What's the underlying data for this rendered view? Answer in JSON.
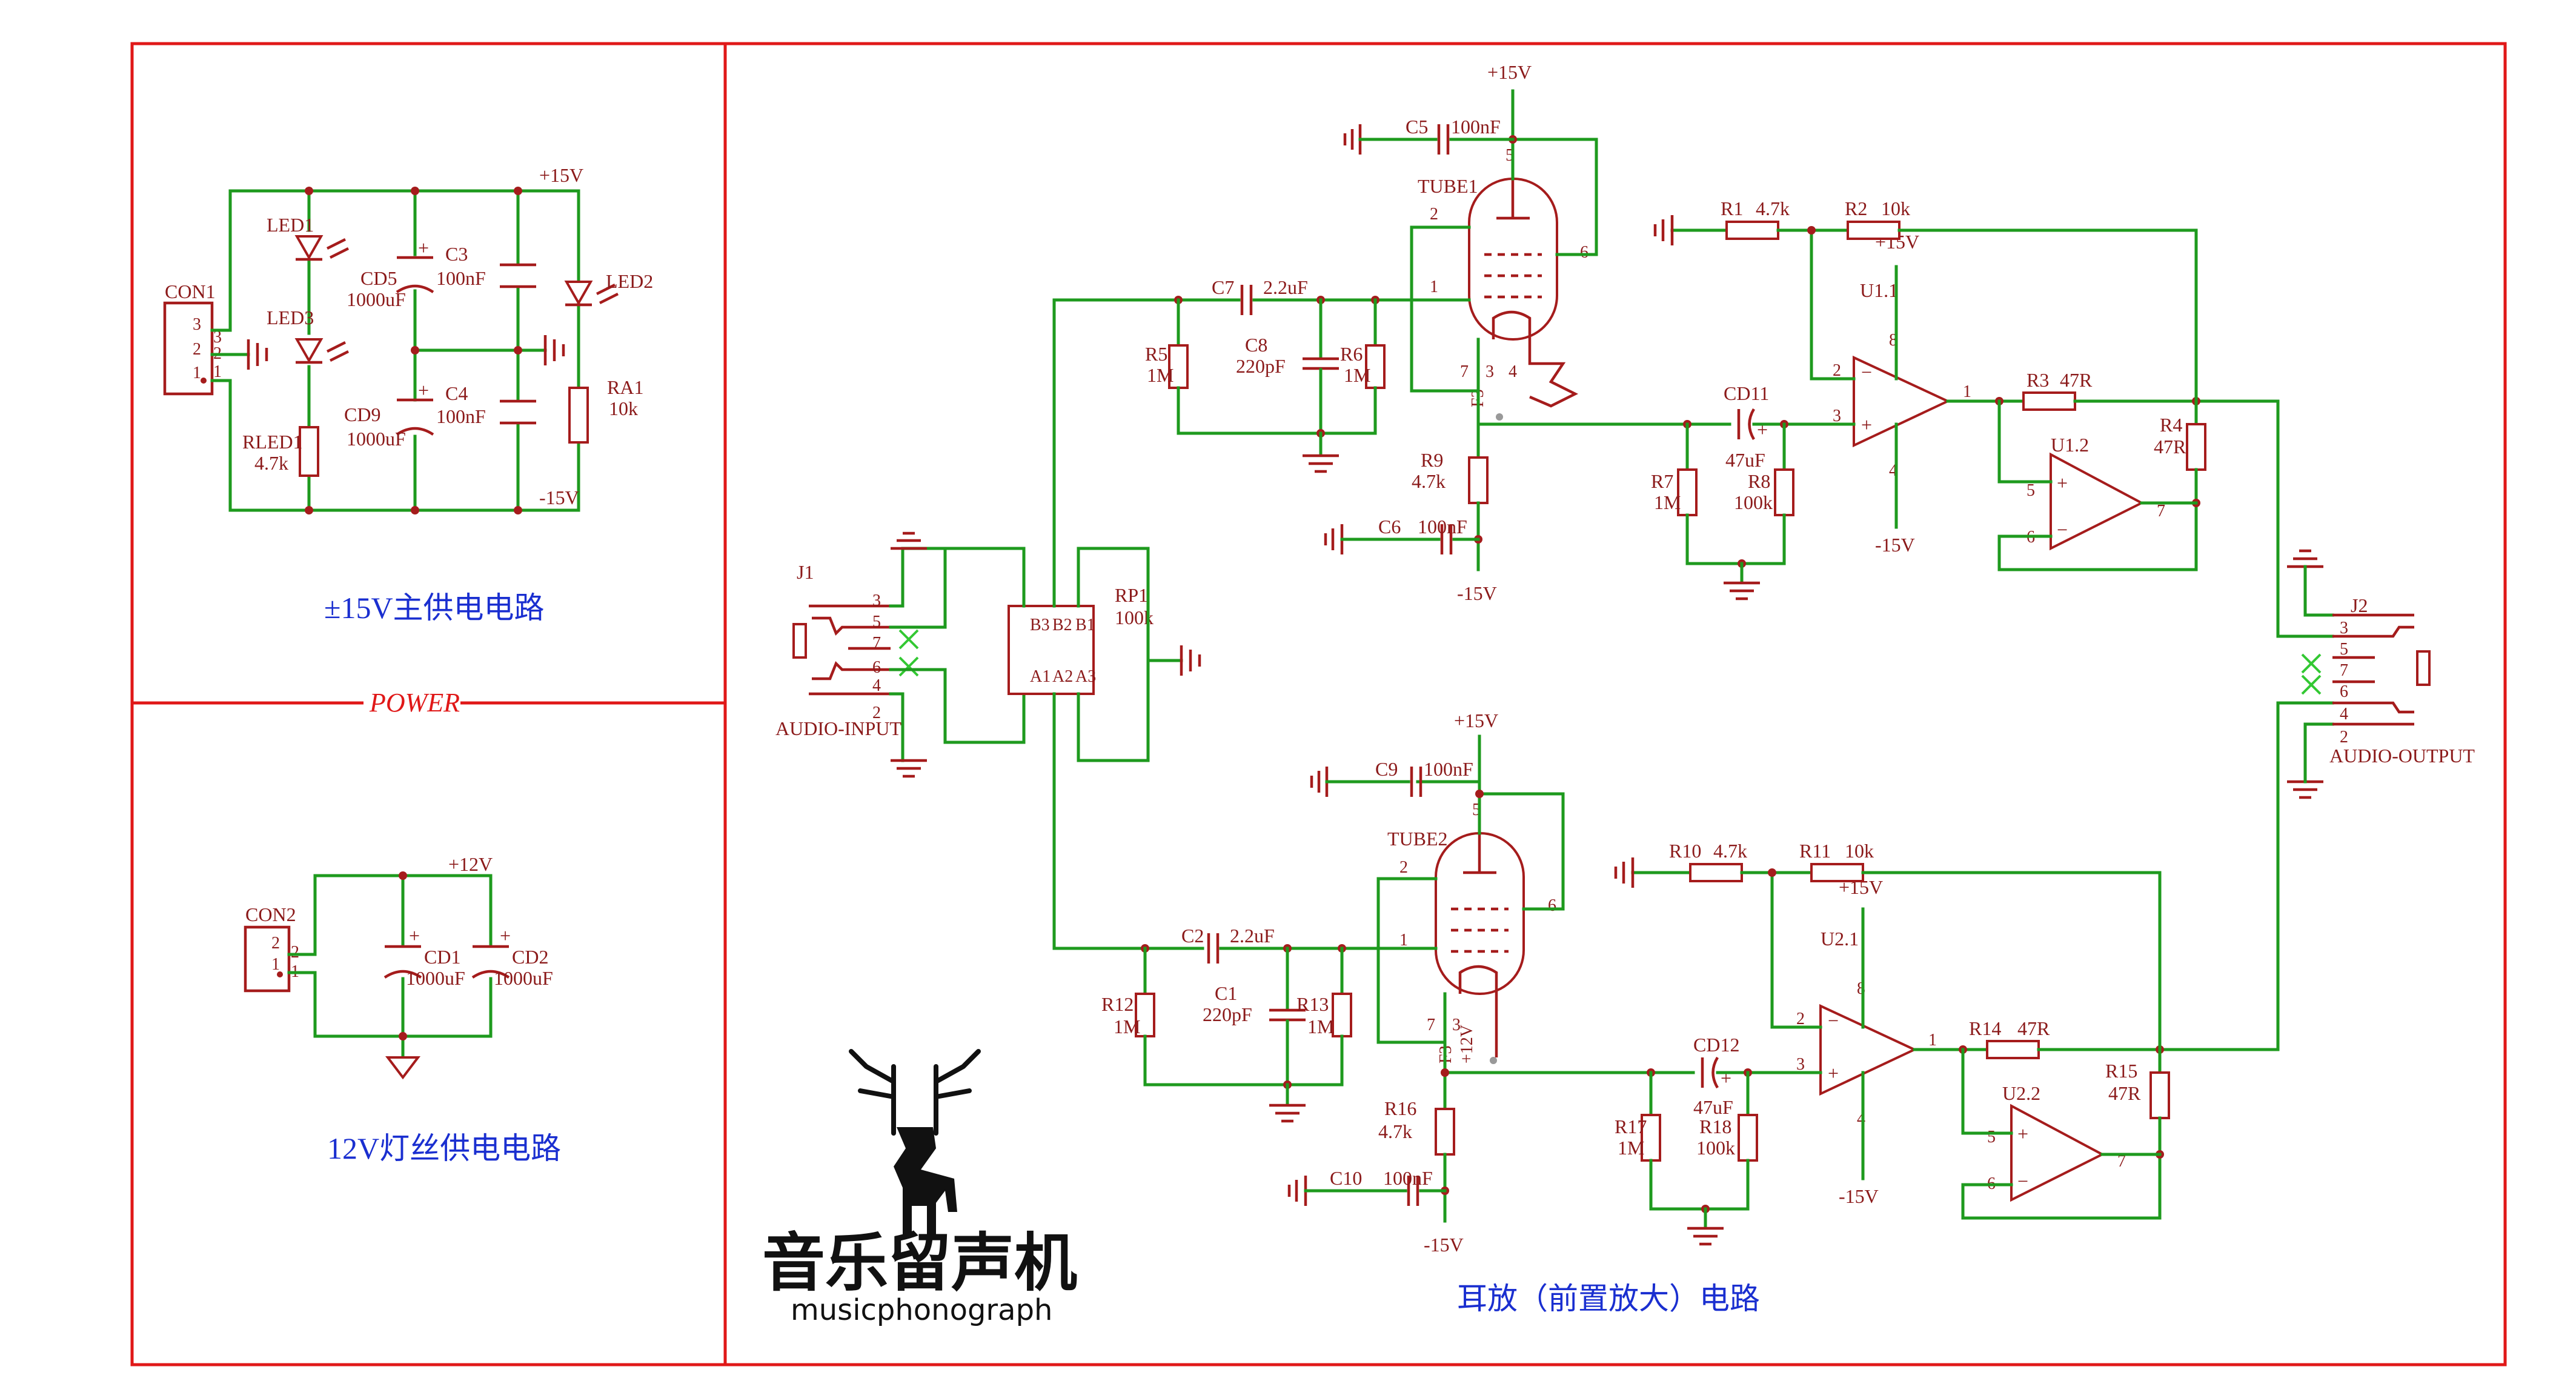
{
  "captions": {
    "power_15v": "±15V主供电电路",
    "power_label": "POWER",
    "filament_12v": "12V灯丝供电电路",
    "headphone_amp": "耳放（前置放大）电路"
  },
  "logo": {
    "cn": "音乐留声机",
    "en": "musicphonograph"
  },
  "rails": {
    "p15": "+15V",
    "m15": "-15V",
    "p12": "+12V"
  },
  "power": {
    "con1": "CON1",
    "led1": "LED1",
    "led3": "LED3",
    "led2": "LED2",
    "rled1": "RLED1",
    "rled1_val": "4.7k",
    "cd5": "CD5",
    "cd5_val": "1000uF",
    "c3": "C3",
    "c3_val": "100nF",
    "cd9": "CD9",
    "cd9_val": "1000uF",
    "c4": "C4",
    "c4_val": "100nF",
    "ra1": "RA1",
    "ra1_val": "10k",
    "con2": "CON2",
    "cd1": "CD1",
    "cd1_val": "1000uF",
    "cd2": "CD2",
    "cd2_val": "1000uF"
  },
  "amp": {
    "tube1": "TUBE1",
    "tube2": "TUBE2",
    "c5": "C5",
    "c5_val": "100nF",
    "c6": "C6",
    "c6_val": "100nF",
    "c7": "C7",
    "c7_val": "2.2uF",
    "c8": "C8",
    "c8_val": "220pF",
    "r5": "R5",
    "r5_val": "1M",
    "r6": "R6",
    "r6_val": "1M",
    "r9": "R9",
    "r9_val": "4.7k",
    "cd11": "CD11",
    "cd11_val": "47uF",
    "r7": "R7",
    "r7_val": "1M",
    "r8": "R8",
    "r8_val": "100k",
    "r1": "R1",
    "r1_val": "4.7k",
    "r2": "R2",
    "r2_val": "10k",
    "r3": "R3",
    "r3_val": "47R",
    "r4": "R4",
    "r4_val": "47R",
    "u11": "U1.1",
    "u12": "U1.2",
    "u21": "U2.1",
    "u22": "U2.2",
    "c9": "C9",
    "c9_val": "100nF",
    "c10": "C10",
    "c10_val": "100nF",
    "c2": "C2",
    "c2_val": "2.2uF",
    "c1": "C1",
    "c1_val": "220pF",
    "r12": "R12",
    "r12_val": "1M",
    "r13": "R13",
    "r13_val": "1M",
    "r16": "R16",
    "r16_val": "4.7k",
    "cd12": "CD12",
    "cd12_val": "47uF",
    "r17": "R17",
    "r17_val": "1M",
    "r18": "R18",
    "r18_val": "100k",
    "r10": "R10",
    "r10_val": "4.7k",
    "r11": "R11",
    "r11_val": "10k",
    "r14": "R14",
    "r14_val": "47R",
    "r15": "R15",
    "r15_val": "47R",
    "rp1": "RP1",
    "rp1_val": "100k",
    "j1": "J1",
    "j2": "J2",
    "audio_in": "AUDIO-INPUT",
    "audio_out": "AUDIO-OUTPUT",
    "f3": "F3"
  },
  "pins": [
    "1",
    "2",
    "3",
    "4",
    "5",
    "6",
    "7",
    "8"
  ],
  "pot_pins": [
    "B3",
    "B2",
    "B1",
    "A1",
    "A2",
    "A3"
  ]
}
